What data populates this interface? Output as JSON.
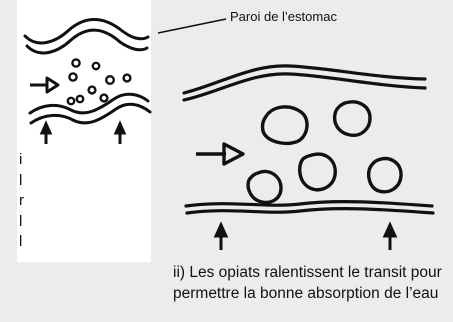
{
  "labels": {
    "stomach_wall": "Paroi de l’estomac",
    "caption": "ii) Les opiats ralentissent le transit pour permettre la bonne absorption de l’eau"
  },
  "left_panel_cut_text": [
    "i",
    "l",
    "r",
    "l",
    "l"
  ],
  "colors": {
    "background": "#ececec",
    "panel": "#ffffff",
    "ink": "#111111"
  }
}
